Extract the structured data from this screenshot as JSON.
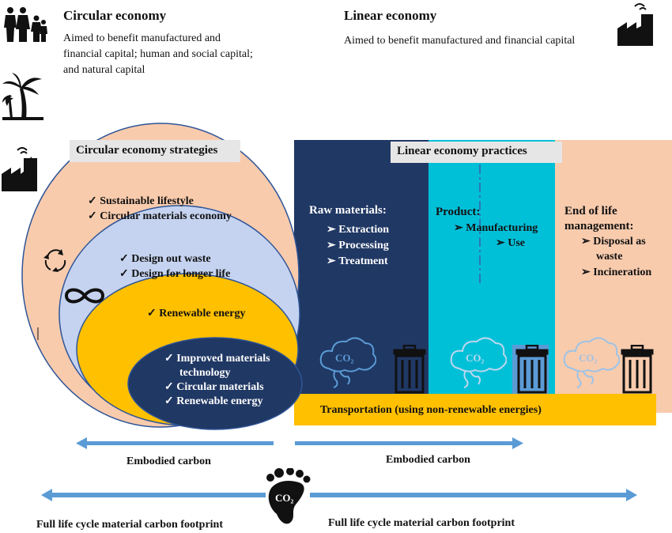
{
  "header": {
    "circular": {
      "title": "Circular economy",
      "desc_lines": [
        "Aimed to benefit manufactured and",
        "financial capital; human and social capital;",
        "and natural capital"
      ]
    },
    "linear": {
      "title": "Linear economy",
      "desc": "Aimed to benefit manufactured and financial capital"
    }
  },
  "circular_strategies": {
    "heading": "Circular economy strategies",
    "ring1": [
      "Sustainable lifestyle",
      "Circular materials economy"
    ],
    "ring2": [
      "Design out waste",
      "Design for longer life"
    ],
    "ring3": [
      "Renewable energy"
    ],
    "ring4": [
      "Improved materials",
      "technology",
      "Circular materials",
      "Renewable energy"
    ]
  },
  "linear_practices": {
    "heading": "Linear economy practices",
    "raw": {
      "title": "Raw materials:",
      "items": [
        "Extraction",
        "Processing",
        "Treatment"
      ]
    },
    "product": {
      "title": "Product:",
      "items": [
        "Manufacturing",
        "Use"
      ]
    },
    "eol": {
      "title_lines": [
        "End of life",
        "management:"
      ],
      "items": [
        "Disposal as",
        "waste",
        "Incineration"
      ]
    },
    "transport": "Transportation (using non-renewable energies)"
  },
  "co2_label": "CO₂",
  "footprint_label": "CO₂",
  "arrows": {
    "embodied_left": "Embodied carbon",
    "embodied_right": "Embodied carbon",
    "full_left": "Full life cycle material carbon footprint",
    "full_right": "Full life cycle material carbon footprint"
  },
  "colors": {
    "ring1": "#f8cbad",
    "ring2": "#c5d3f0",
    "ring3": "#ffc000",
    "ring4": "#203864",
    "raw_panel": "#203864",
    "product_panel": "#00c0d8",
    "eol_panel": "#f8cbad",
    "transport": "#ffc000",
    "arrow": "#5b9bd5",
    "heading_bg": "#e7e6e6"
  },
  "icons": [
    "family-icon",
    "palm-tree-icon",
    "factory-icon",
    "recycle-icon",
    "infinity-icon",
    "co2-cloud-icon",
    "trash-bin-icon",
    "footprint-icon"
  ]
}
